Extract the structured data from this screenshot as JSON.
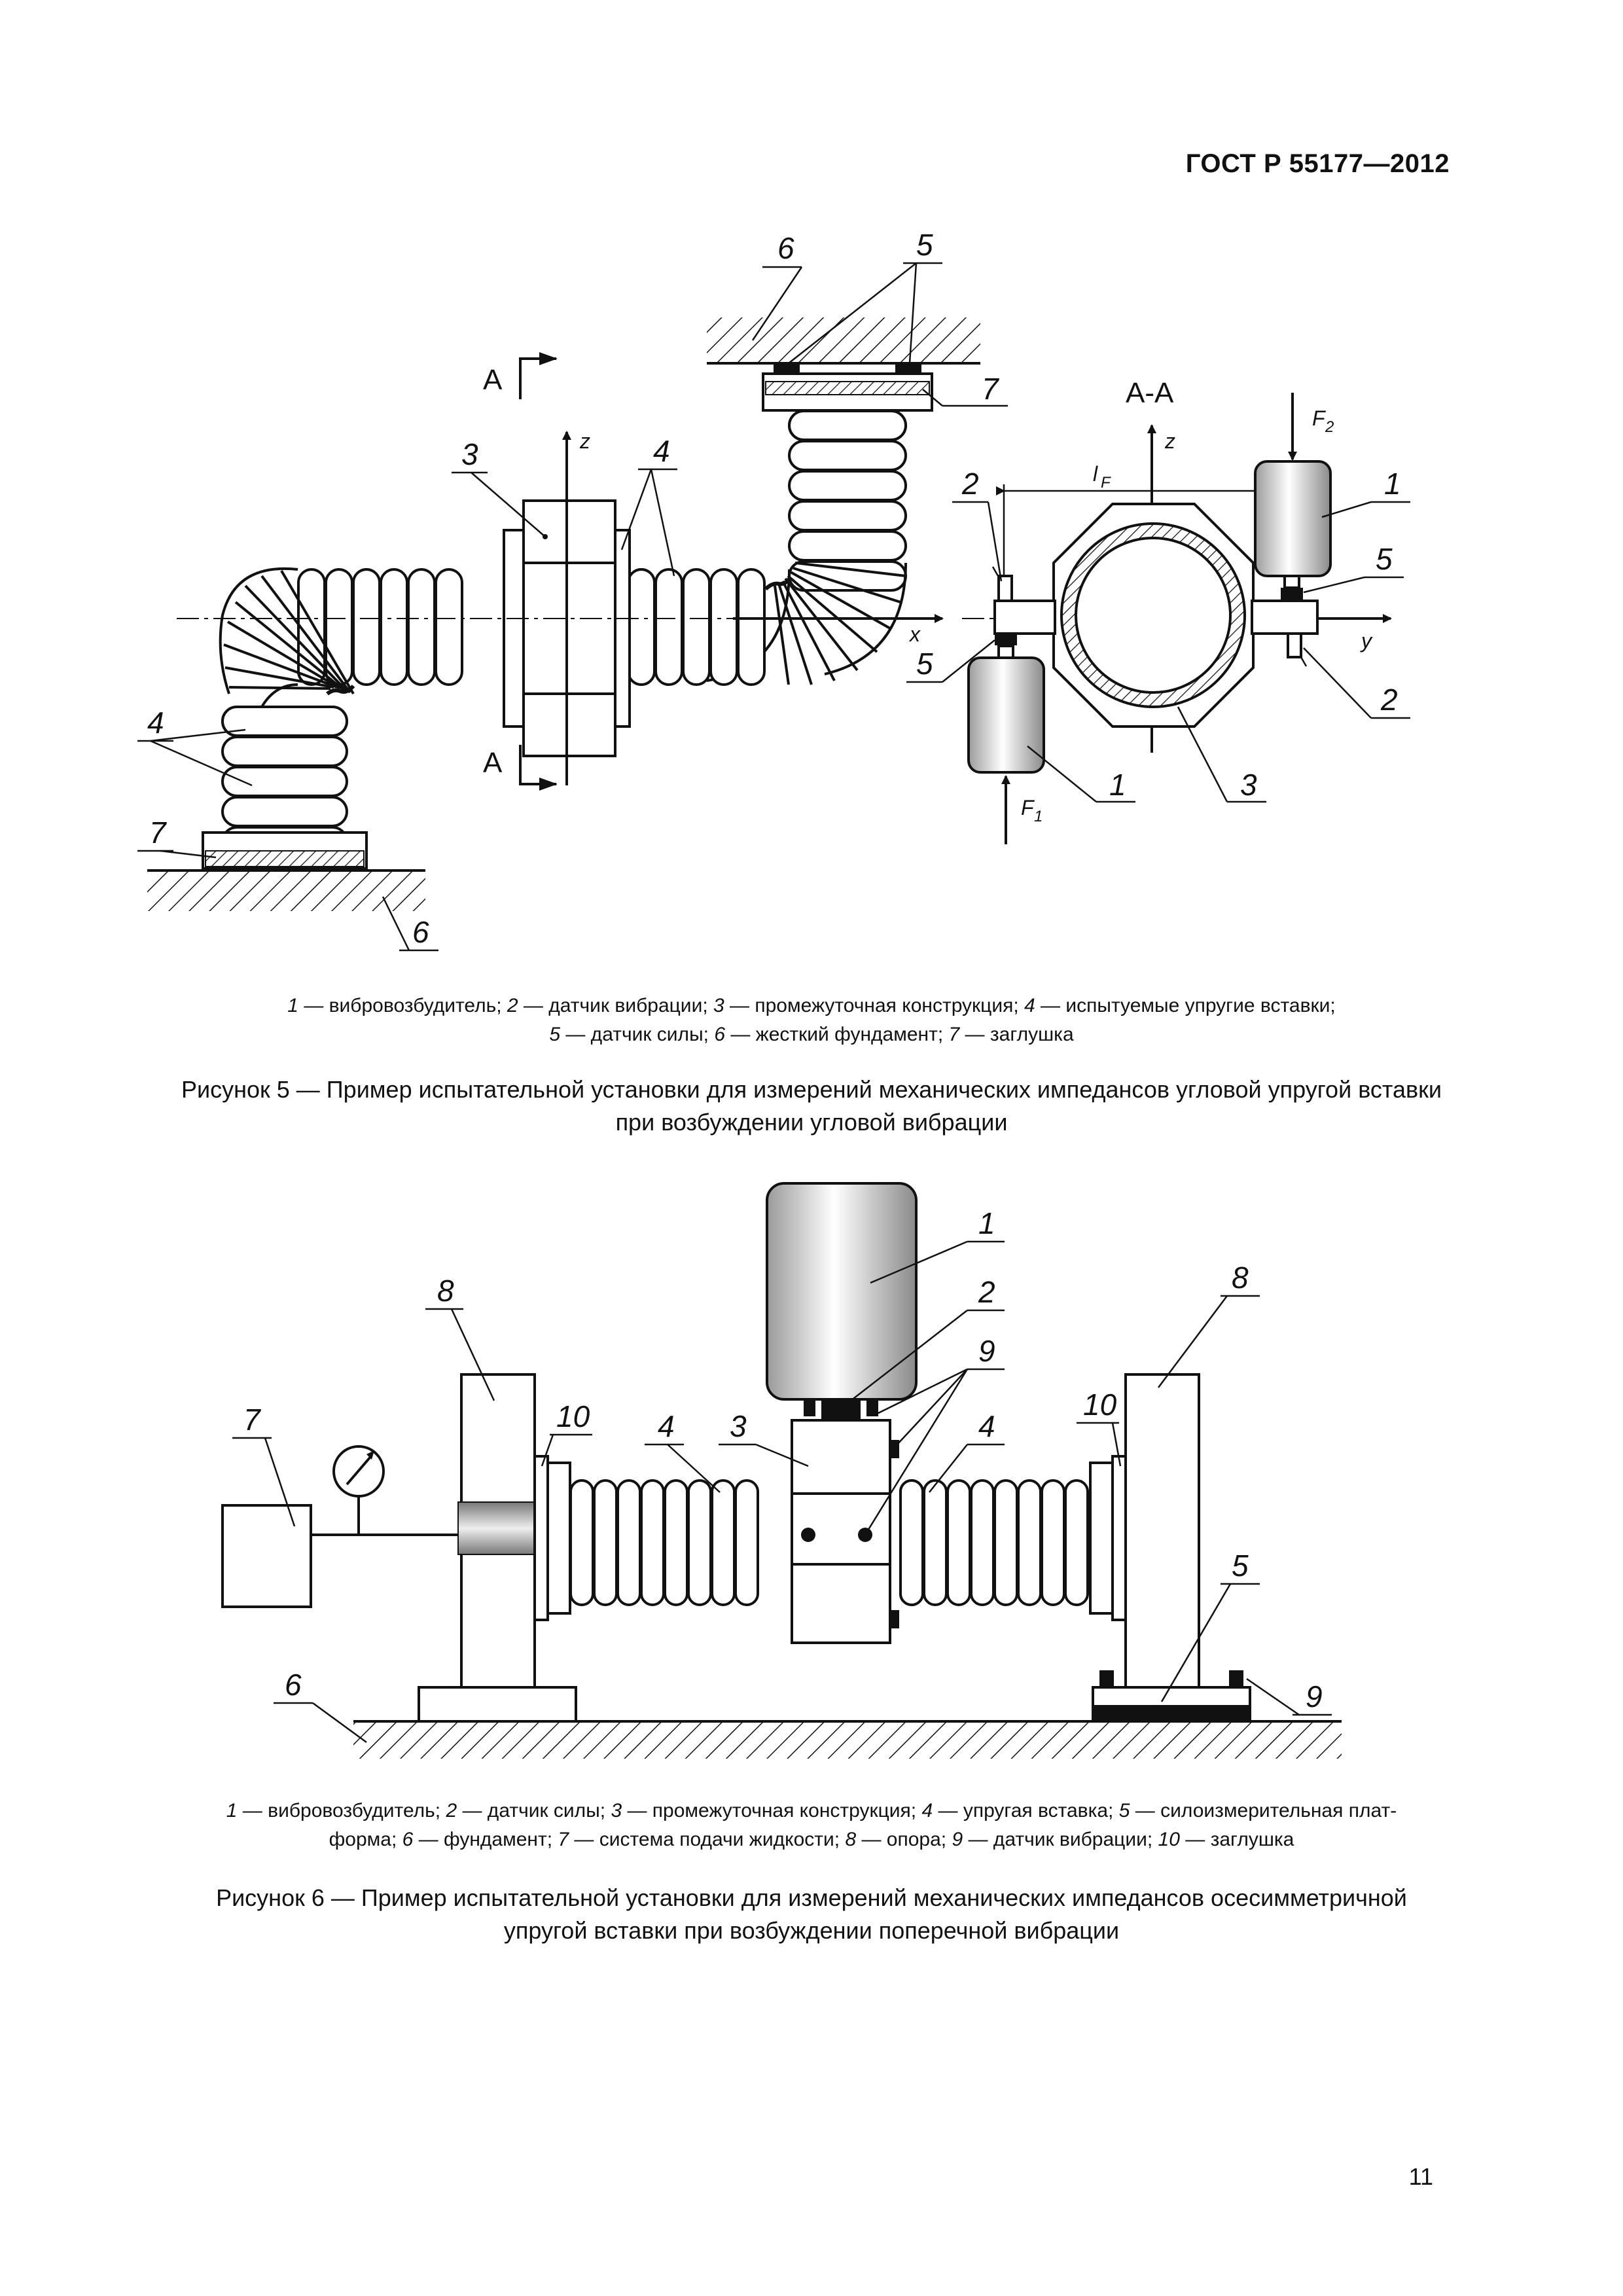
{
  "header": {
    "standard": "ГОСТ Р 55177—2012"
  },
  "figure5": {
    "labels": {
      "n1": "1",
      "n2": "2",
      "n3": "3",
      "n4": "4",
      "n5": "5",
      "n6": "6",
      "n7": "7",
      "section": "А",
      "section_view": "А-А",
      "axis_x": "x",
      "axis_y": "y",
      "axis_z": "z",
      "force1": "F",
      "force1_sub": "1",
      "force2": "F",
      "force2_sub": "2",
      "lever": "l",
      "lever_sub": "F"
    },
    "legend_line1": [
      {
        "n": "1",
        "t": " — вибровозбудитель; "
      },
      {
        "n": "2",
        "t": " — датчик вибрации; "
      },
      {
        "n": "3",
        "t": " — промежуточная конструкция; "
      },
      {
        "n": "4",
        "t": " — испытуемые упругие вставки;"
      }
    ],
    "legend_line2": [
      {
        "n": "5",
        "t": " — датчик силы; "
      },
      {
        "n": "6",
        "t": " — жесткий фундамент; "
      },
      {
        "n": "7",
        "t": " — заглушка"
      }
    ],
    "caption_line1": "Рисунок 5 — Пример испытательной установки для измерений механических импедансов угловой упругой вставки",
    "caption_line2": "при возбуждении угловой вибрации"
  },
  "figure6": {
    "labels": {
      "n1": "1",
      "n2": "2",
      "n3": "3",
      "n4": "4",
      "n5": "5",
      "n6": "6",
      "n7": "7",
      "n8": "8",
      "n9": "9",
      "n10": "10"
    },
    "legend_line1": [
      {
        "n": "1",
        "t": " — вибровозбудитель; "
      },
      {
        "n": "2",
        "t": " — датчик силы; "
      },
      {
        "n": "3",
        "t": " — промежуточная конструкция; "
      },
      {
        "n": "4",
        "t": " — упругая вставка; "
      },
      {
        "n": "5",
        "t": " — силоизмерительная плат-"
      }
    ],
    "legend_line2": [
      {
        "n": "",
        "t": "форма; "
      },
      {
        "n": "6",
        "t": " — фундамент; "
      },
      {
        "n": "7",
        "t": " — система подачи жидкости; "
      },
      {
        "n": "8",
        "t": " — опора; "
      },
      {
        "n": "9",
        "t": " — датчик вибрации; "
      },
      {
        "n": "10",
        "t": " — заглушка"
      }
    ],
    "caption_line1": "Рисунок 6 — Пример испытательной установки для измерений механических импедансов осесимметричной",
    "caption_line2": "упругой вставки при возбуждении поперечной вибрации"
  },
  "footer": {
    "page_number": "11"
  }
}
